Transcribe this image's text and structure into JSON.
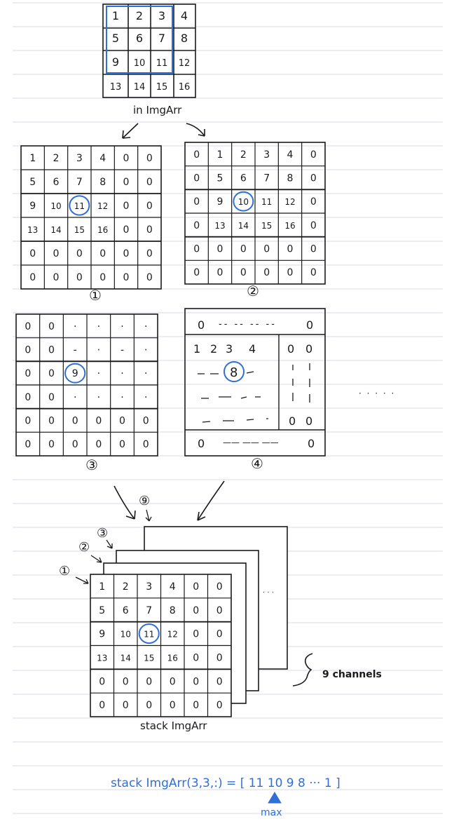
{
  "colors": {
    "ink": "#1a1a1a",
    "accent_blue": "#2f6fd6",
    "ruled_line": "#d6dde6",
    "paper": "#ffffff"
  },
  "input": {
    "caption": "in ImgArr",
    "cells": [
      [
        "1",
        "2",
        "3",
        "4"
      ],
      [
        "5",
        "6",
        "7",
        "8"
      ],
      [
        "9",
        "10",
        "11",
        "12"
      ],
      [
        "13",
        "14",
        "15",
        "16"
      ]
    ]
  },
  "padded_grid_1": {
    "cells": [
      [
        "1",
        "2",
        "3",
        "4",
        "0",
        "0"
      ],
      [
        "5",
        "6",
        "7",
        "8",
        "0",
        "0"
      ],
      [
        "9",
        "10",
        "11",
        "12",
        "0",
        "0"
      ],
      [
        "13",
        "14",
        "15",
        "16",
        "0",
        "0"
      ],
      [
        "0",
        "0",
        "0",
        "0",
        "0",
        "0"
      ],
      [
        "0",
        "0",
        "0",
        "0",
        "0",
        "0"
      ]
    ],
    "circled": "11",
    "label": "①"
  },
  "padded_grid_2": {
    "cells": [
      [
        "0",
        "1",
        "2",
        "3",
        "4",
        "0"
      ],
      [
        "0",
        "5",
        "6",
        "7",
        "8",
        "0"
      ],
      [
        "0",
        "9",
        "10",
        "11",
        "12",
        "0"
      ],
      [
        "0",
        "13",
        "14",
        "15",
        "16",
        "0"
      ],
      [
        "0",
        "0",
        "0",
        "0",
        "0",
        "0"
      ],
      [
        "0",
        "0",
        "0",
        "0",
        "0",
        "0"
      ]
    ],
    "circled": "10",
    "label": "②"
  },
  "padded_grid_3": {
    "cells": [
      [
        "0",
        "0",
        "·",
        "·",
        "·",
        "·"
      ],
      [
        "0",
        "0",
        "-",
        "·",
        "-",
        "·"
      ],
      [
        "0",
        "0",
        "9",
        "·",
        "·",
        "·"
      ],
      [
        "0",
        "0",
        "·",
        "·",
        "·",
        "·"
      ],
      [
        "0",
        "0",
        "0",
        "0",
        "0",
        "0"
      ],
      [
        "0",
        "0",
        "0",
        "0",
        "0",
        "0"
      ]
    ],
    "circled": "9",
    "label": "③"
  },
  "padded_grid_4": {
    "top_row": [
      "0",
      "-- -- -- --",
      "0"
    ],
    "second_row": [
      "1",
      "2",
      "3",
      "4",
      "0",
      "0"
    ],
    "center": "8",
    "right_col": [
      "0",
      "0"
    ],
    "bottom_row": [
      "0",
      "—— —— ——",
      "0"
    ],
    "label": "④"
  },
  "ellipsis_right": "· · · · ·",
  "stack": {
    "labels": [
      "①",
      "②",
      "③",
      "⑨"
    ],
    "caption": "stack ImgArr",
    "channels_label": "9 channels",
    "back_dots": "· · ·"
  },
  "formula": {
    "text": "stack ImgArr(3,3,:) = [ 11  10  9  8 ···  1 ]",
    "max_label": "max"
  }
}
